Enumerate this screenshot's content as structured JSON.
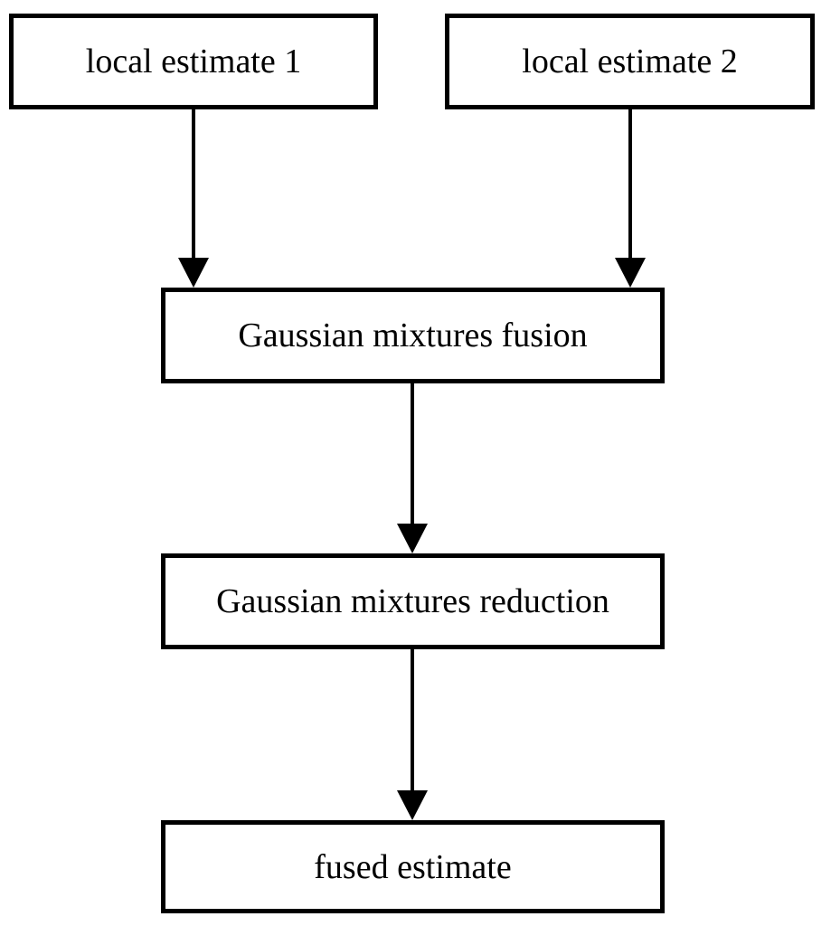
{
  "nodes": {
    "local_estimate_1": "local estimate 1",
    "local_estimate_2": "local estimate 2",
    "fusion": "Gaussian mixtures fusion",
    "reduction": "Gaussian mixtures reduction",
    "fused_estimate": "fused estimate"
  },
  "edges": [
    {
      "from": "local_estimate_1",
      "to": "fusion"
    },
    {
      "from": "local_estimate_2",
      "to": "fusion"
    },
    {
      "from": "fusion",
      "to": "reduction"
    },
    {
      "from": "reduction",
      "to": "fused_estimate"
    }
  ],
  "colors": {
    "stroke": "#000000",
    "background": "#ffffff"
  }
}
